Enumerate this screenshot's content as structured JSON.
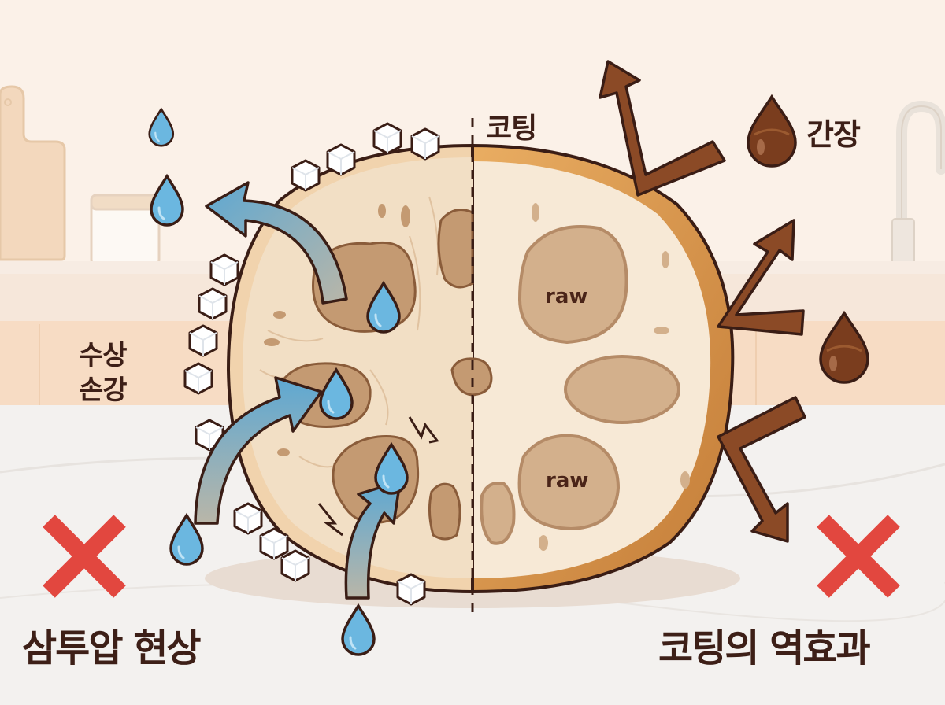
{
  "labels": {
    "coating": "코팅",
    "soy_sauce": "간장",
    "left_side_line1": "수상",
    "left_side_line2": "손강",
    "osmosis_title": "삼투압 현상",
    "reverse_effect_title": "코팅의 역효과",
    "raw_top": "raw",
    "raw_bottom": "raw"
  },
  "icons": {
    "left_mark": "x-mark-icon",
    "right_mark": "x-mark-icon",
    "water": "water-drop-icon",
    "soy": "soy-drop-icon",
    "sugar": "sugar-cube-icon",
    "arrow_out": "arrow-outward-icon",
    "arrow_in": "arrow-inward-icon",
    "bounce": "bounce-arrow-icon"
  },
  "colors": {
    "background": "#fbf1e8",
    "counter": "#f3f1ef",
    "lotus_flesh": "#f4e3cc",
    "lotus_hole": "#c9a27e",
    "coating_crust": "#d9964a",
    "water": "#6bb7e0",
    "soy": "#7a3d1e",
    "soy_arrow": "#8b4a26",
    "x_mark": "#e2473f",
    "text": "#3d1f17",
    "outline": "#3a1d15"
  }
}
